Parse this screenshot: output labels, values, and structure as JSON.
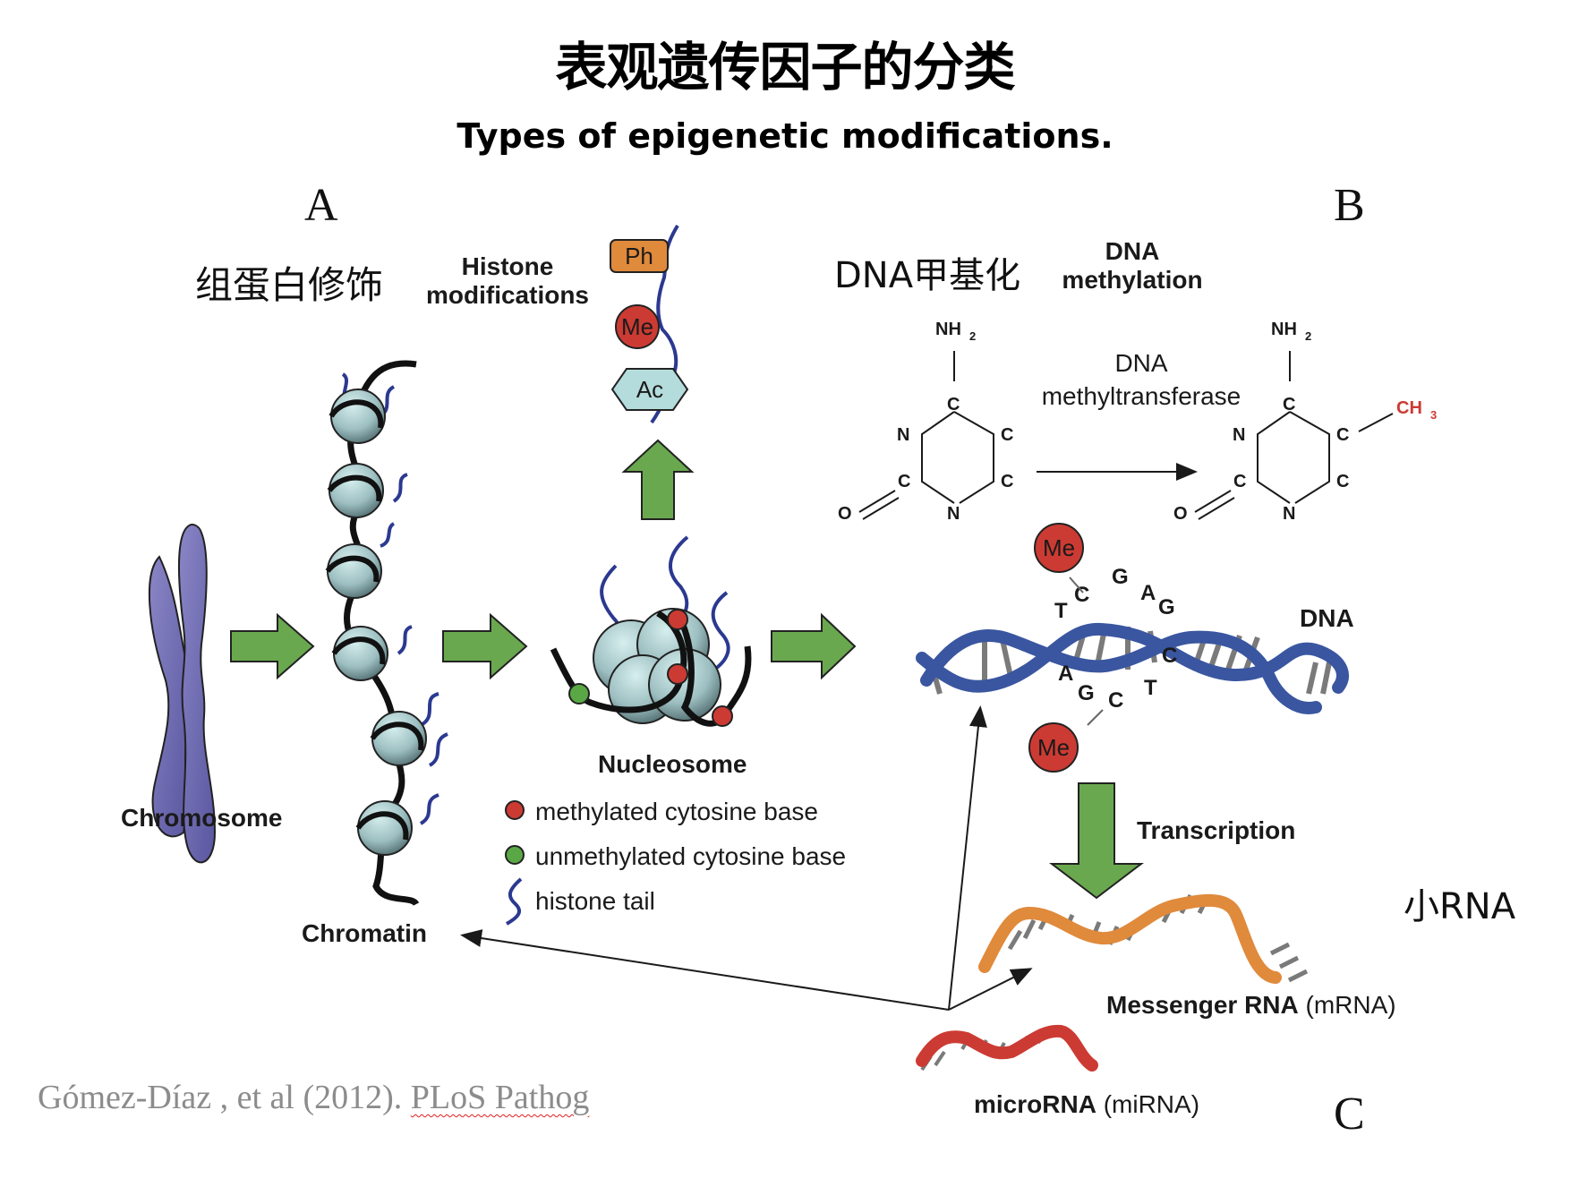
{
  "title": {
    "chinese": "表观遗传因子的分类",
    "english": "Types of epigenetic modifications."
  },
  "panels": {
    "a": {
      "letter": "A",
      "chinese_label": "组蛋白修饰",
      "label_line1": "Histone",
      "label_line2": "modifications",
      "modifications": [
        "Ph",
        "Me",
        "Ac"
      ],
      "chromosome_label": "Chromosome",
      "chromatin_label": "Chromatin",
      "nucleosome_label": "Nucleosome"
    },
    "b": {
      "letter": "B",
      "chinese_label": "DNA甲基化",
      "label_line1": "DNA",
      "label_line2": "methylation",
      "enzyme_line1": "DNA",
      "enzyme_line2": "methyltransferase",
      "nh2": "NH",
      "nh2_sub": "2",
      "ch3": "CH",
      "ch3_sub": "3",
      "ring_atoms": {
        "c_top": "C",
        "n_left": "N",
        "c_right_top": "C",
        "c_right_bottom": "C",
        "c_left_bottom": "C",
        "n_bottom": "N",
        "o": "O"
      },
      "dna_label": "DNA",
      "me_label": "Me",
      "top_bases": [
        "T",
        "C",
        "G",
        "A",
        "G"
      ],
      "bottom_bases": [
        "A",
        "G",
        "C",
        "T",
        "C"
      ],
      "transcription_label": "Transcription"
    },
    "c": {
      "letter": "C",
      "chinese_label": "小RNA",
      "mrna_bold": "Messenger RNA",
      "mrna_abbr": "(mRNA)",
      "mirna_bold": "microRNA",
      "mirna_abbr": "(miRNA)"
    }
  },
  "legend": [
    {
      "symbol": "red-dot",
      "label": "methylated cytosine base"
    },
    {
      "symbol": "green-dot",
      "label": "unmethylated cytosine base"
    },
    {
      "symbol": "histone-tail",
      "label": "histone tail"
    }
  ],
  "colors": {
    "arrow_green": "#6aa84f",
    "methyl_red": "#cc3b33",
    "unmethyl_green": "#5aa845",
    "histone_tail_blue": "#2b3990",
    "dna_blue": "#3a56a0",
    "chromosome_purple": "#6e6ab0",
    "mrna_orange": "#e08a3c",
    "mirna_red": "#cc3b33",
    "phospho_orange": "#e08a3c",
    "acetyl_teal": "#b5dcdc",
    "nucleosome_teal": "#8fb5b8"
  },
  "citation": {
    "authors": "Gómez-Díaz , et al (2012). ",
    "journal": "PLoS Pathog"
  }
}
